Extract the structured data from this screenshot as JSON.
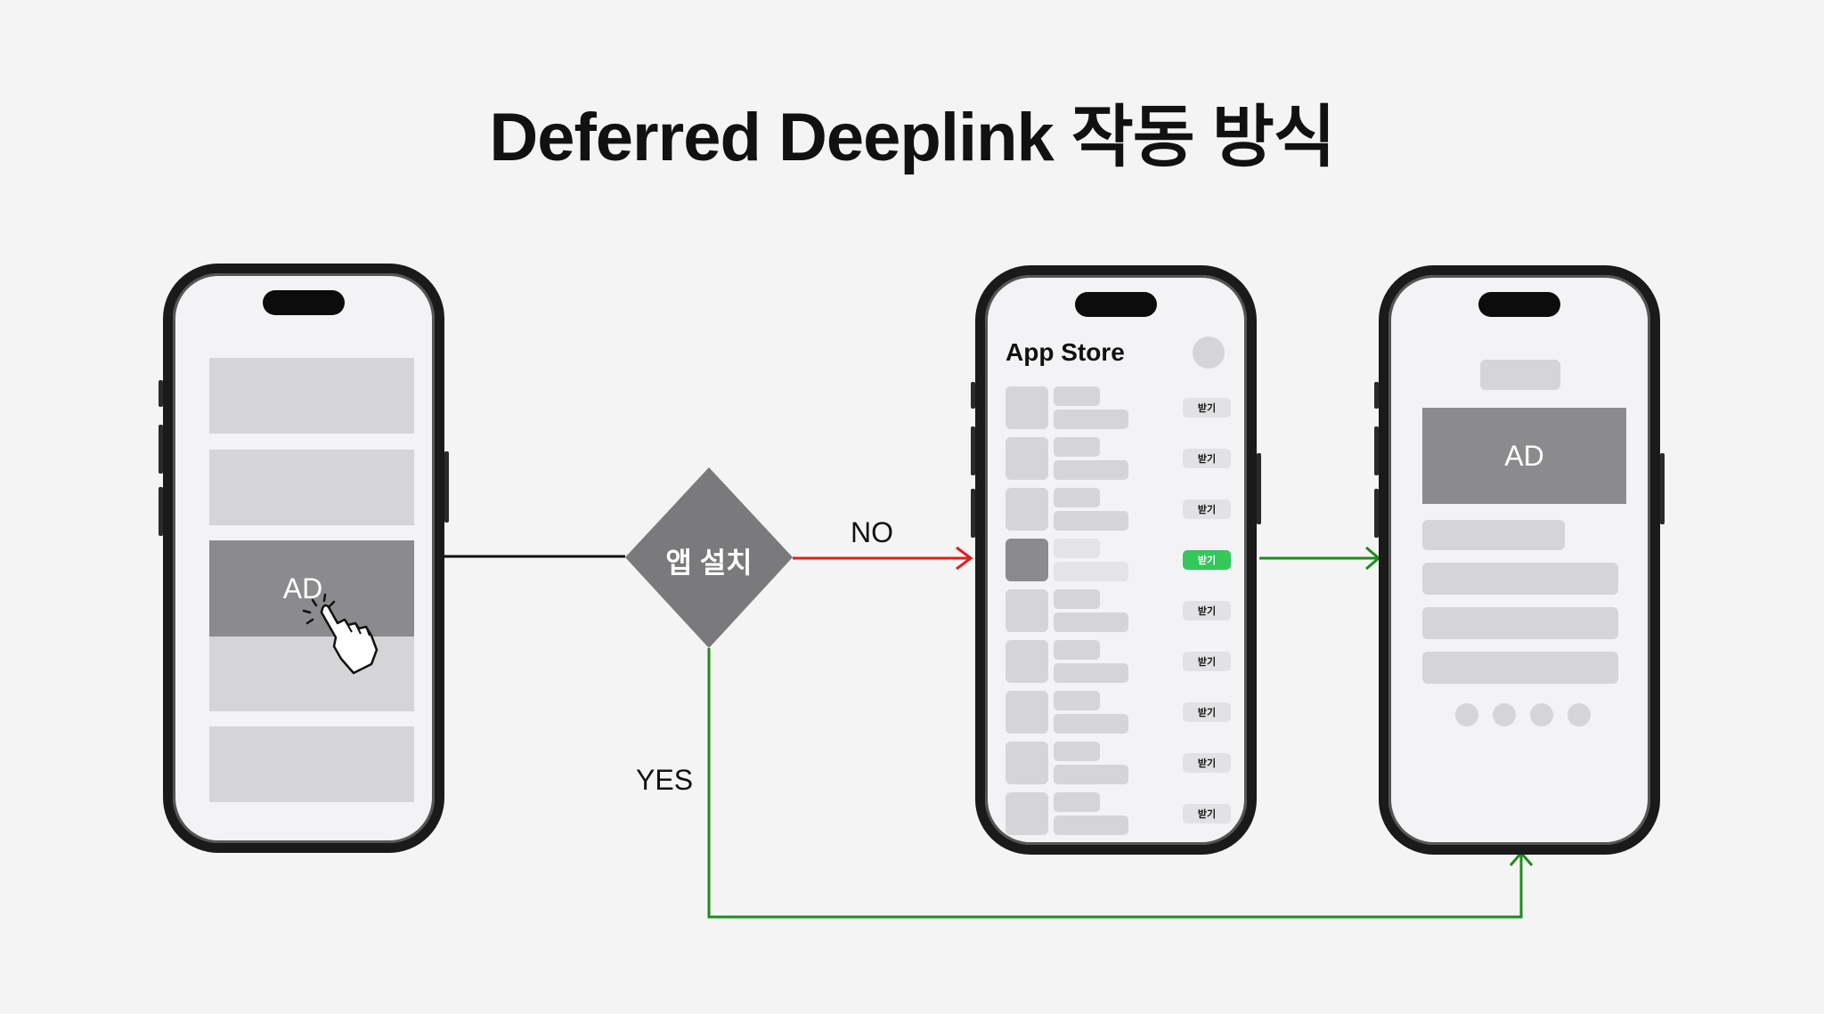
{
  "title": "Deferred Deeplink 작동 방식",
  "phone1": {
    "ad_label": "AD"
  },
  "decision": {
    "label": "앱 설치",
    "no_label": "NO",
    "yes_label": "YES"
  },
  "appstore": {
    "title": "App Store",
    "get_label": "받기",
    "rows": [
      {
        "highlighted": false
      },
      {
        "highlighted": false
      },
      {
        "highlighted": false
      },
      {
        "highlighted": true
      },
      {
        "highlighted": false
      },
      {
        "highlighted": false
      },
      {
        "highlighted": false
      },
      {
        "highlighted": false
      },
      {
        "highlighted": false
      }
    ]
  },
  "phone3": {
    "ad_label": "AD"
  },
  "colors": {
    "no_arrow": "#e0201d",
    "yes_arrow": "#1f8a1f",
    "ad": "#8b8b8e",
    "get_active": "#34c759"
  },
  "icons": [
    "tap-hand-icon",
    "arrow-icon"
  ]
}
